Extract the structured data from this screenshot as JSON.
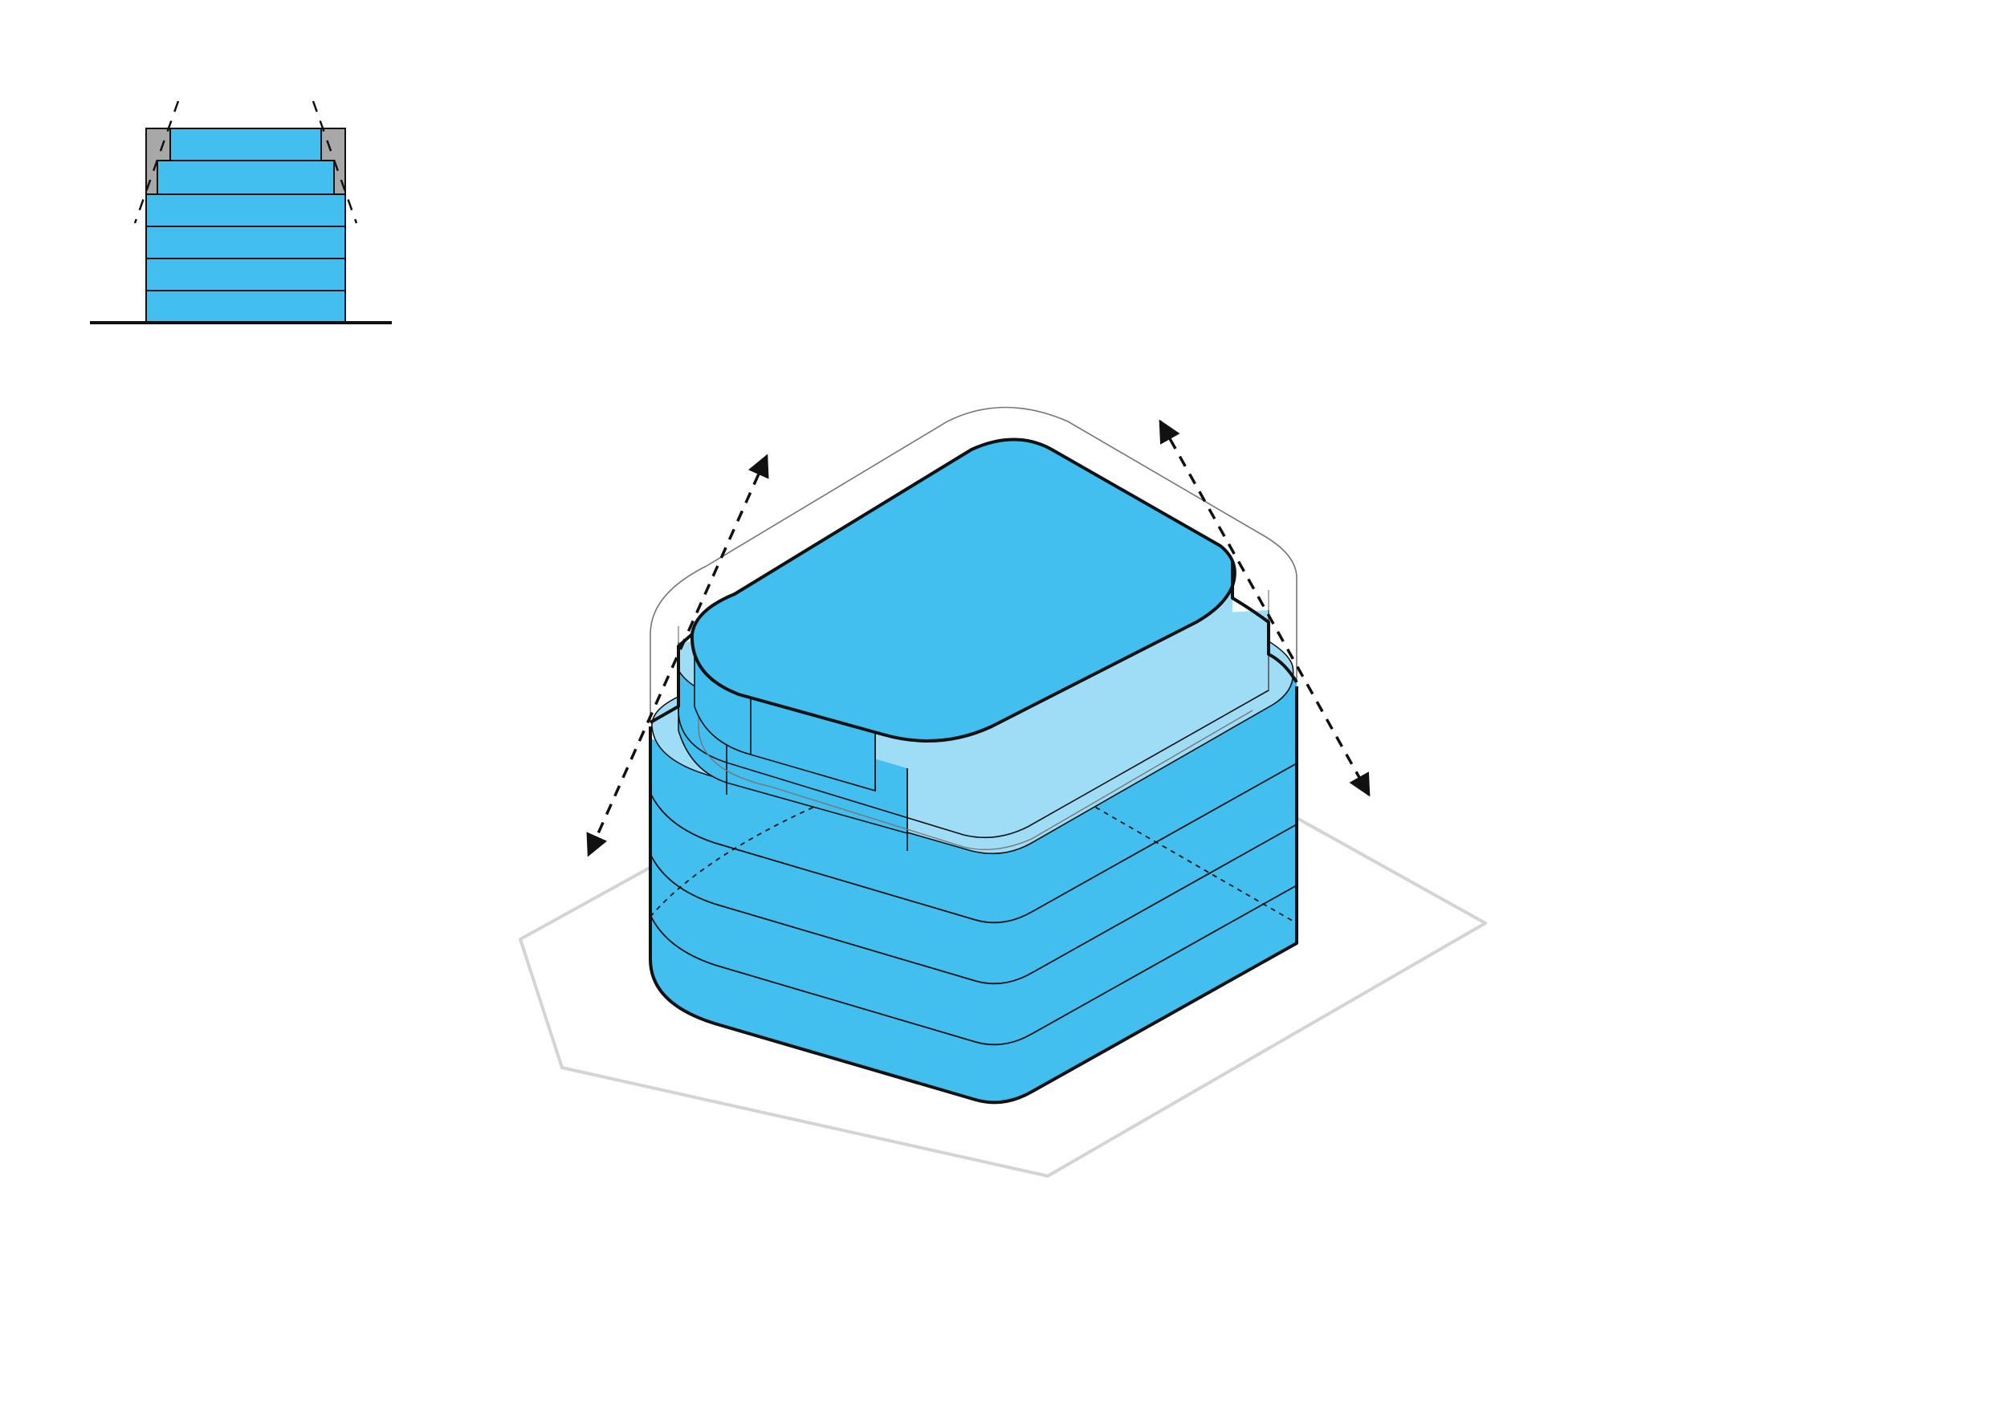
{
  "colors": {
    "background": "#ffffff",
    "floor_fill": "#42BEEF",
    "setback_fill": "#9FDDF6",
    "envelope_fill": "#ffffff",
    "cutback_fill": "#A8A8A8",
    "outline": "#111111",
    "site_outline": "#D4D4D4",
    "envelope_line": "#777777"
  },
  "section": {
    "floors_below_setback": 4,
    "setback_floors": 2,
    "cutback_zones": 2,
    "sightline_count": 2
  },
  "axonometric": {
    "base_floors": 4,
    "setback_floors": 2,
    "sightline_arrows": 2,
    "double_headed": true
  },
  "icons": {
    "arrow": "double-headed-dashed-arrow-icon"
  }
}
